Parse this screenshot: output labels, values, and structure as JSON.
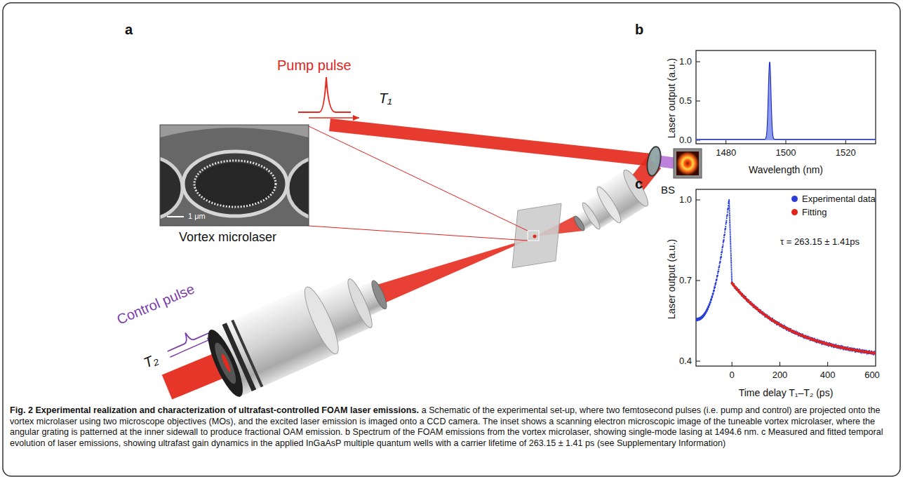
{
  "diagram": {
    "title": "Fig. 2 Experimental realization and characterization of ultrafast-controlled FOAM laser emissions.",
    "caption": "a Schematic of the experimental set-up, where two femtosecond pulses (i.e. pump and control) are projected onto the vortex microlaser using two microscope objectives (MOs), and the excited laser emission is imaged onto a CCD camera. The inset shows a scanning electron microscopic image of the tuneable vortex microlaser, where the angular grating is patterned at the inner sidewall to produce fractional OAM emission. b Spectrum of the FOAM emissions from the vortex microlaser, showing single-mode lasing at 1494.6 nm. c Measured and fitted temporal evolution of laser emissions, showing ultrafast gain dynamics in the applied InGaAsP multiple quantum wells with a carrier lifetime of 263.15 ± 1.41 ps (see Supplementary Information)",
    "labels": [
      "a",
      "Pump pulse",
      "T₁",
      "1 μm",
      "Vortex microlaser",
      "BS",
      "Control pulse",
      "T₂",
      "b",
      "Laser output (a.u.)",
      "1.0",
      "0.5",
      "0.0",
      "1480",
      "1500",
      "1520",
      "Wavelength (nm)",
      "c",
      "Laser output (a.u.)",
      "1.0",
      "0.7",
      "0.4",
      "0",
      "200",
      "400",
      "600",
      "Time delay T₁–T₂ (ps)",
      "τ = 263.15 ± 1.41ps"
    ],
    "legend": [
      {
        "text": "Experimental data",
        "color": "#2b3fd8"
      },
      {
        "text": "Fitting",
        "color": "#e2231a"
      }
    ]
  }
}
